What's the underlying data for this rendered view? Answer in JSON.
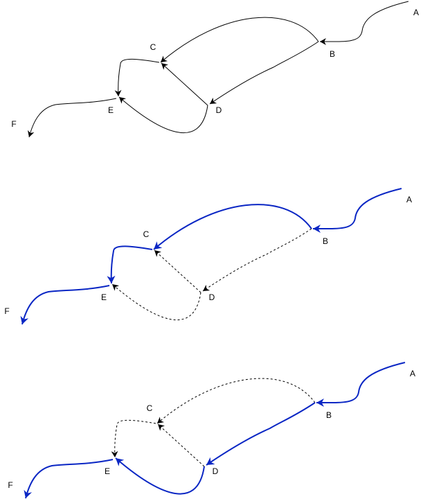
{
  "colors": {
    "default_edge": "#000000",
    "highlight_edge": "#0a26c4",
    "label": "#000000",
    "background": "#ffffff"
  },
  "panels": [
    {
      "id": "panel-1",
      "nodes": [
        {
          "id": "A",
          "label": "A"
        },
        {
          "id": "B",
          "label": "B"
        },
        {
          "id": "C",
          "label": "C"
        },
        {
          "id": "D",
          "label": "D"
        },
        {
          "id": "E",
          "label": "E"
        },
        {
          "id": "F",
          "label": "F"
        }
      ],
      "edges": [
        {
          "from": "A",
          "to": "B",
          "style": "solid"
        },
        {
          "from": "B",
          "to": "C",
          "style": "solid"
        },
        {
          "from": "B",
          "to": "D",
          "style": "solid"
        },
        {
          "from": "D",
          "to": "C",
          "style": "solid"
        },
        {
          "from": "D",
          "to": "E",
          "style": "solid"
        },
        {
          "from": "C",
          "to": "E",
          "style": "solid"
        },
        {
          "from": "E",
          "to": "F",
          "style": "solid"
        }
      ]
    },
    {
      "id": "panel-2",
      "nodes": [
        {
          "id": "A",
          "label": "A"
        },
        {
          "id": "B",
          "label": "B"
        },
        {
          "id": "C",
          "label": "C"
        },
        {
          "id": "D",
          "label": "D"
        },
        {
          "id": "E",
          "label": "E"
        },
        {
          "id": "F",
          "label": "F"
        }
      ],
      "edges": [
        {
          "from": "A",
          "to": "B",
          "style": "highlight"
        },
        {
          "from": "B",
          "to": "C",
          "style": "highlight"
        },
        {
          "from": "B",
          "to": "D",
          "style": "dashed"
        },
        {
          "from": "D",
          "to": "C",
          "style": "dashed"
        },
        {
          "from": "D",
          "to": "E",
          "style": "dashed"
        },
        {
          "from": "C",
          "to": "E",
          "style": "highlight"
        },
        {
          "from": "E",
          "to": "F",
          "style": "highlight"
        }
      ]
    },
    {
      "id": "panel-3",
      "nodes": [
        {
          "id": "A",
          "label": "A"
        },
        {
          "id": "B",
          "label": "B"
        },
        {
          "id": "C",
          "label": "C"
        },
        {
          "id": "D",
          "label": "D"
        },
        {
          "id": "E",
          "label": "E"
        },
        {
          "id": "F",
          "label": "F"
        }
      ],
      "edges": [
        {
          "from": "A",
          "to": "B",
          "style": "highlight"
        },
        {
          "from": "B",
          "to": "C",
          "style": "dashed"
        },
        {
          "from": "B",
          "to": "D",
          "style": "highlight"
        },
        {
          "from": "D",
          "to": "C",
          "style": "dashed"
        },
        {
          "from": "D",
          "to": "E",
          "style": "highlight"
        },
        {
          "from": "C",
          "to": "E",
          "style": "dashed"
        },
        {
          "from": "E",
          "to": "F",
          "style": "highlight"
        }
      ]
    }
  ]
}
